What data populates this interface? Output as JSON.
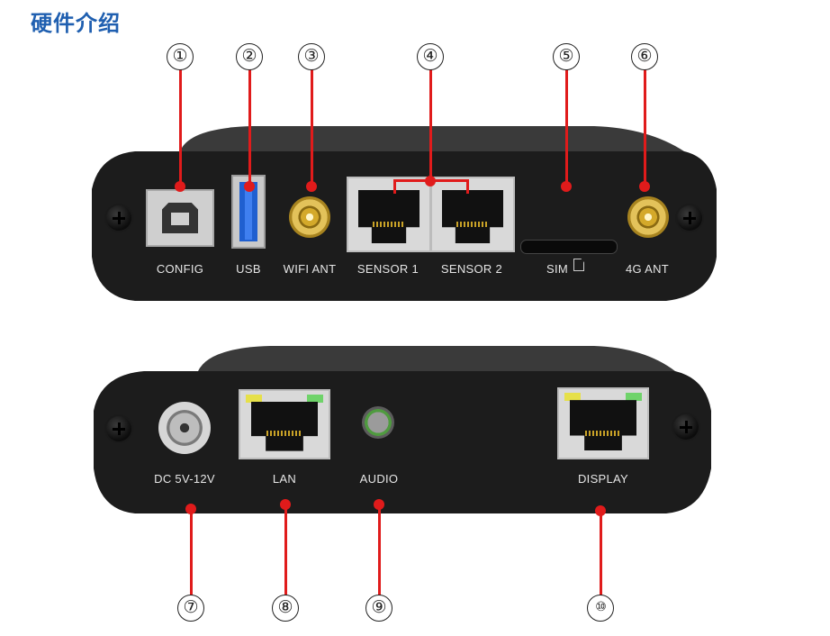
{
  "title": "硬件介绍",
  "callouts": [
    "①",
    "②",
    "③",
    "④",
    "⑤",
    "⑥",
    "⑦",
    "⑧",
    "⑨",
    "⑩"
  ],
  "top_panel": {
    "labels": [
      "CONFIG",
      "USB",
      "WIFI ANT",
      "SENSOR 1",
      "SENSOR 2",
      "SIM",
      "4G ANT"
    ]
  },
  "bottom_panel": {
    "labels": [
      "DC 5V-12V",
      "LAN",
      "AUDIO",
      "DISPLAY"
    ]
  },
  "colors": {
    "title": "#1f5fb0",
    "leader": "#e01b1b",
    "enclosure": "#1c1c1c"
  }
}
